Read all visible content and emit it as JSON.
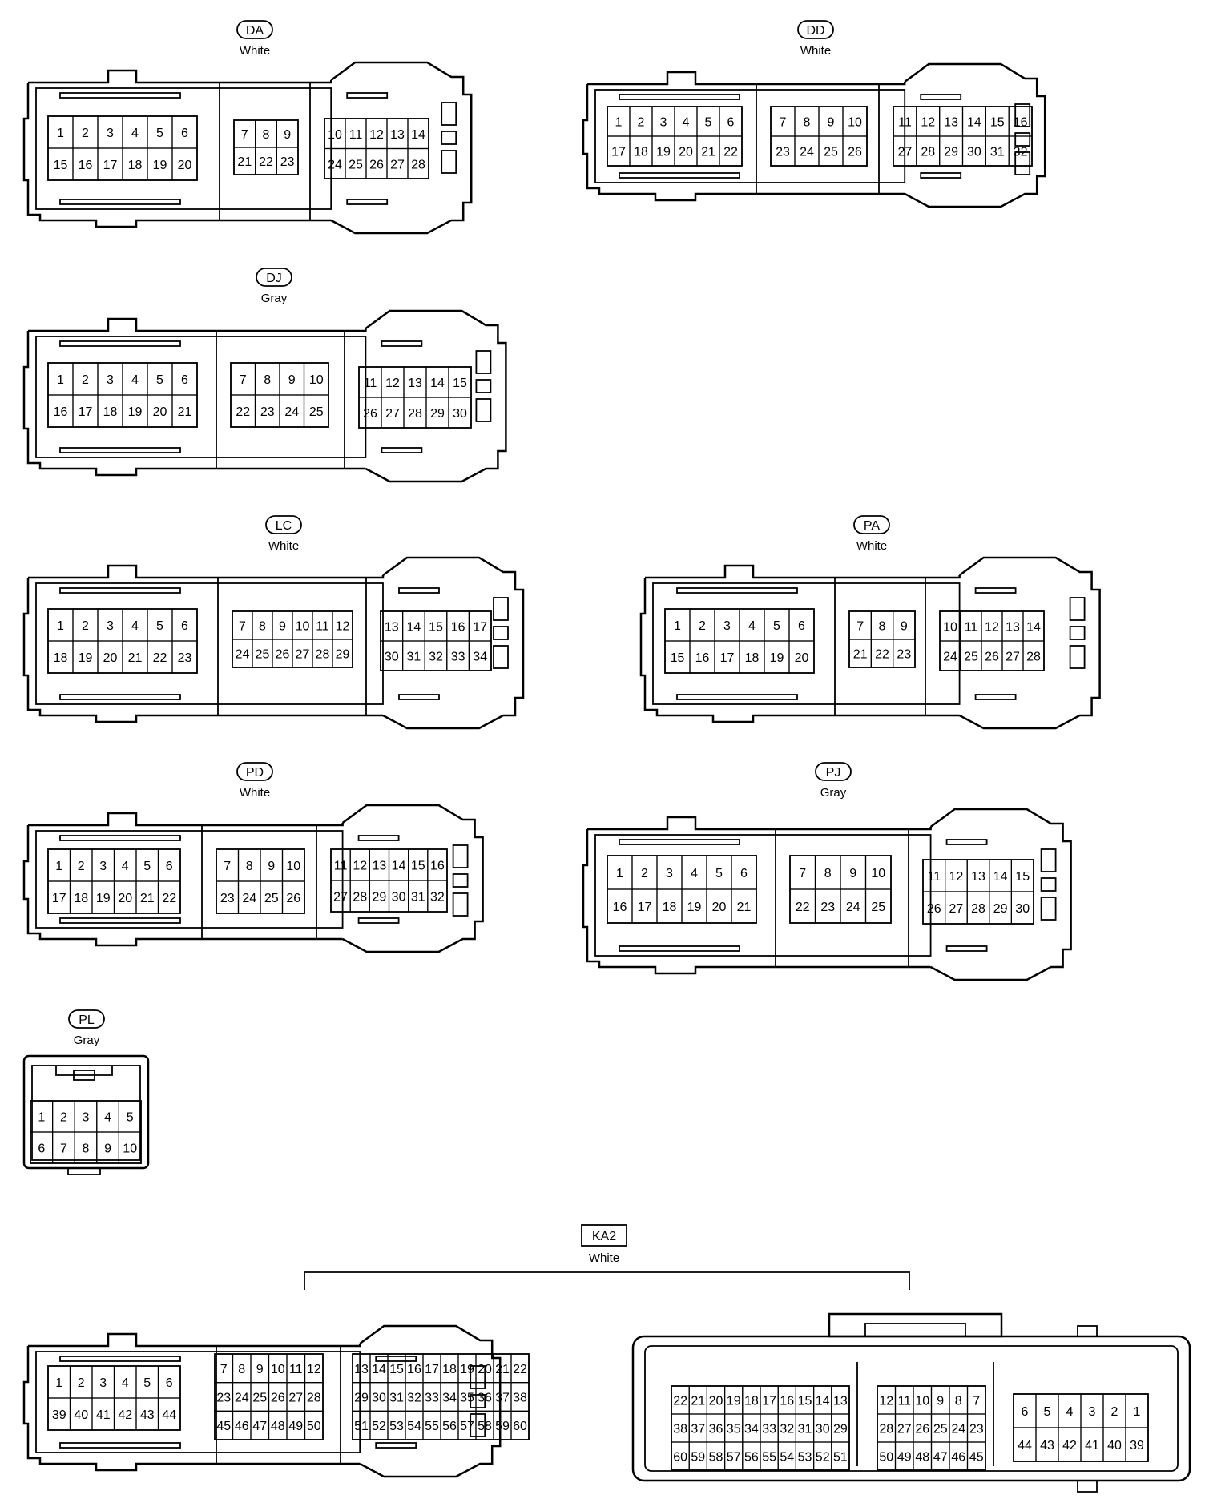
{
  "connectors": [
    {
      "code": "DA",
      "color": "White",
      "style": "ecu",
      "blocks": [
        {
          "rows": [
            [
              "1",
              "2",
              "3",
              "4",
              "5",
              "6"
            ],
            [
              "15",
              "16",
              "17",
              "18",
              "19",
              "20"
            ]
          ]
        },
        {
          "rows": [
            [
              "7",
              "8",
              "9"
            ],
            [
              "21",
              "22",
              "23"
            ]
          ]
        },
        {
          "rows": [
            [
              "10",
              "11",
              "12",
              "13",
              "14"
            ],
            [
              "24",
              "25",
              "26",
              "27",
              "28"
            ]
          ],
          "tall": [
            "13",
            "14",
            "27",
            "28"
          ]
        }
      ]
    },
    {
      "code": "DD",
      "color": "White",
      "style": "ecu",
      "blocks": [
        {
          "rows": [
            [
              "1",
              "2",
              "3",
              "4",
              "5",
              "6"
            ],
            [
              "17",
              "18",
              "19",
              "20",
              "21",
              "22"
            ]
          ]
        },
        {
          "rows": [
            [
              "7",
              "8",
              "9",
              "10"
            ],
            [
              "23",
              "24",
              "25",
              "26"
            ]
          ]
        },
        {
          "rows": [
            [
              "11",
              "12",
              "13",
              "14",
              "15",
              "16"
            ],
            [
              "27",
              "28",
              "29",
              "30",
              "31",
              "32"
            ]
          ]
        }
      ]
    },
    {
      "code": "DJ",
      "color": "Gray",
      "style": "ecu",
      "blocks": [
        {
          "rows": [
            [
              "1",
              "2",
              "3",
              "4",
              "5",
              "6"
            ],
            [
              "16",
              "17",
              "18",
              "19",
              "20",
              "21"
            ]
          ]
        },
        {
          "rows": [
            [
              "7",
              "8",
              "9",
              "10"
            ],
            [
              "22",
              "23",
              "24",
              "25"
            ]
          ]
        },
        {
          "rows": [
            [
              "11",
              "12",
              "13",
              "14",
              "15"
            ],
            [
              "26",
              "27",
              "28",
              "29",
              "30"
            ]
          ]
        }
      ]
    },
    {
      "code": "LC",
      "color": "White",
      "style": "ecu",
      "blocks": [
        {
          "rows": [
            [
              "1",
              "2",
              "3",
              "4",
              "5",
              "6"
            ],
            [
              "18",
              "19",
              "20",
              "21",
              "22",
              "23"
            ]
          ]
        },
        {
          "rows": [
            [
              "7",
              "8",
              "9",
              "10",
              "11",
              "12"
            ],
            [
              "24",
              "25",
              "26",
              "27",
              "28",
              "29"
            ]
          ]
        },
        {
          "rows": [
            [
              "13",
              "14",
              "15",
              "16",
              "17"
            ],
            [
              "30",
              "31",
              "32",
              "33",
              "34"
            ]
          ]
        }
      ]
    },
    {
      "code": "PA",
      "color": "White",
      "style": "ecu",
      "blocks": [
        {
          "rows": [
            [
              "1",
              "2",
              "3",
              "4",
              "5",
              "6"
            ],
            [
              "15",
              "16",
              "17",
              "18",
              "19",
              "20"
            ]
          ]
        },
        {
          "rows": [
            [
              "7",
              "8",
              "9"
            ],
            [
              "21",
              "22",
              "23"
            ]
          ]
        },
        {
          "rows": [
            [
              "10",
              "11",
              "12",
              "13",
              "14"
            ],
            [
              "24",
              "25",
              "26",
              "27",
              "28"
            ]
          ]
        }
      ]
    },
    {
      "code": "PD",
      "color": "White",
      "style": "ecu",
      "blocks": [
        {
          "rows": [
            [
              "1",
              "2",
              "3",
              "4",
              "5",
              "6"
            ],
            [
              "17",
              "18",
              "19",
              "20",
              "21",
              "22"
            ]
          ]
        },
        {
          "rows": [
            [
              "7",
              "8",
              "9",
              "10"
            ],
            [
              "23",
              "24",
              "25",
              "26"
            ]
          ]
        },
        {
          "rows": [
            [
              "11",
              "12",
              "13",
              "14",
              "15",
              "16"
            ],
            [
              "27",
              "28",
              "29",
              "30",
              "31",
              "32"
            ]
          ]
        }
      ]
    },
    {
      "code": "PJ",
      "color": "Gray",
      "style": "ecu",
      "blocks": [
        {
          "rows": [
            [
              "1",
              "2",
              "3",
              "4",
              "5",
              "6"
            ],
            [
              "16",
              "17",
              "18",
              "19",
              "20",
              "21"
            ]
          ]
        },
        {
          "rows": [
            [
              "7",
              "8",
              "9",
              "10"
            ],
            [
              "22",
              "23",
              "24",
              "25"
            ]
          ]
        },
        {
          "rows": [
            [
              "11",
              "12",
              "13",
              "14",
              "15"
            ],
            [
              "26",
              "27",
              "28",
              "29",
              "30"
            ]
          ]
        }
      ]
    },
    {
      "code": "PL",
      "color": "Gray",
      "style": "small",
      "blocks": [
        {
          "rows": [
            [
              "1",
              "2",
              "3",
              "4",
              "5"
            ],
            [
              "6",
              "7",
              "8",
              "9",
              "10"
            ]
          ]
        }
      ]
    },
    {
      "code": "KA2",
      "color": "White",
      "style": "pair",
      "male": {
        "blocks": [
          {
            "rows": [
              [
                "1",
                "2",
                "3",
                "4",
                "5",
                "6"
              ],
              [
                "39",
                "40",
                "41",
                "42",
                "43",
                "44"
              ]
            ]
          },
          {
            "rows": [
              [
                "7",
                "8",
                "9",
                "10",
                "11",
                "12"
              ],
              [
                "23",
                "24",
                "25",
                "26",
                "27",
                "28"
              ],
              [
                "45",
                "46",
                "47",
                "48",
                "49",
                "50"
              ]
            ]
          },
          {
            "rows": [
              [
                "13",
                "14",
                "15",
                "16",
                "17",
                "18",
                "19",
                "20",
                "21",
                "22"
              ],
              [
                "29",
                "30",
                "31",
                "32",
                "33",
                "34",
                "35",
                "36",
                "37",
                "38"
              ],
              [
                "51",
                "52",
                "53",
                "54",
                "55",
                "56",
                "57",
                "58",
                "59",
                "60"
              ]
            ]
          }
        ]
      },
      "female": {
        "blocks": [
          {
            "rows": [
              [
                "22",
                "21",
                "20",
                "19",
                "18",
                "17",
                "16",
                "15",
                "14",
                "13"
              ],
              [
                "38",
                "37",
                "36",
                "35",
                "34",
                "33",
                "32",
                "31",
                "30",
                "29"
              ],
              [
                "60",
                "59",
                "58",
                "57",
                "56",
                "55",
                "54",
                "53",
                "52",
                "51"
              ]
            ]
          },
          {
            "rows": [
              [
                "12",
                "11",
                "10",
                "9",
                "8",
                "7"
              ],
              [
                "28",
                "27",
                "26",
                "25",
                "24",
                "23"
              ],
              [
                "50",
                "49",
                "48",
                "47",
                "46",
                "45"
              ]
            ]
          },
          {
            "rows": [
              [
                "6",
                "5",
                "4",
                "3",
                "2",
                "1"
              ],
              [
                "44",
                "43",
                "42",
                "41",
                "40",
                "39"
              ]
            ]
          }
        ]
      }
    }
  ]
}
